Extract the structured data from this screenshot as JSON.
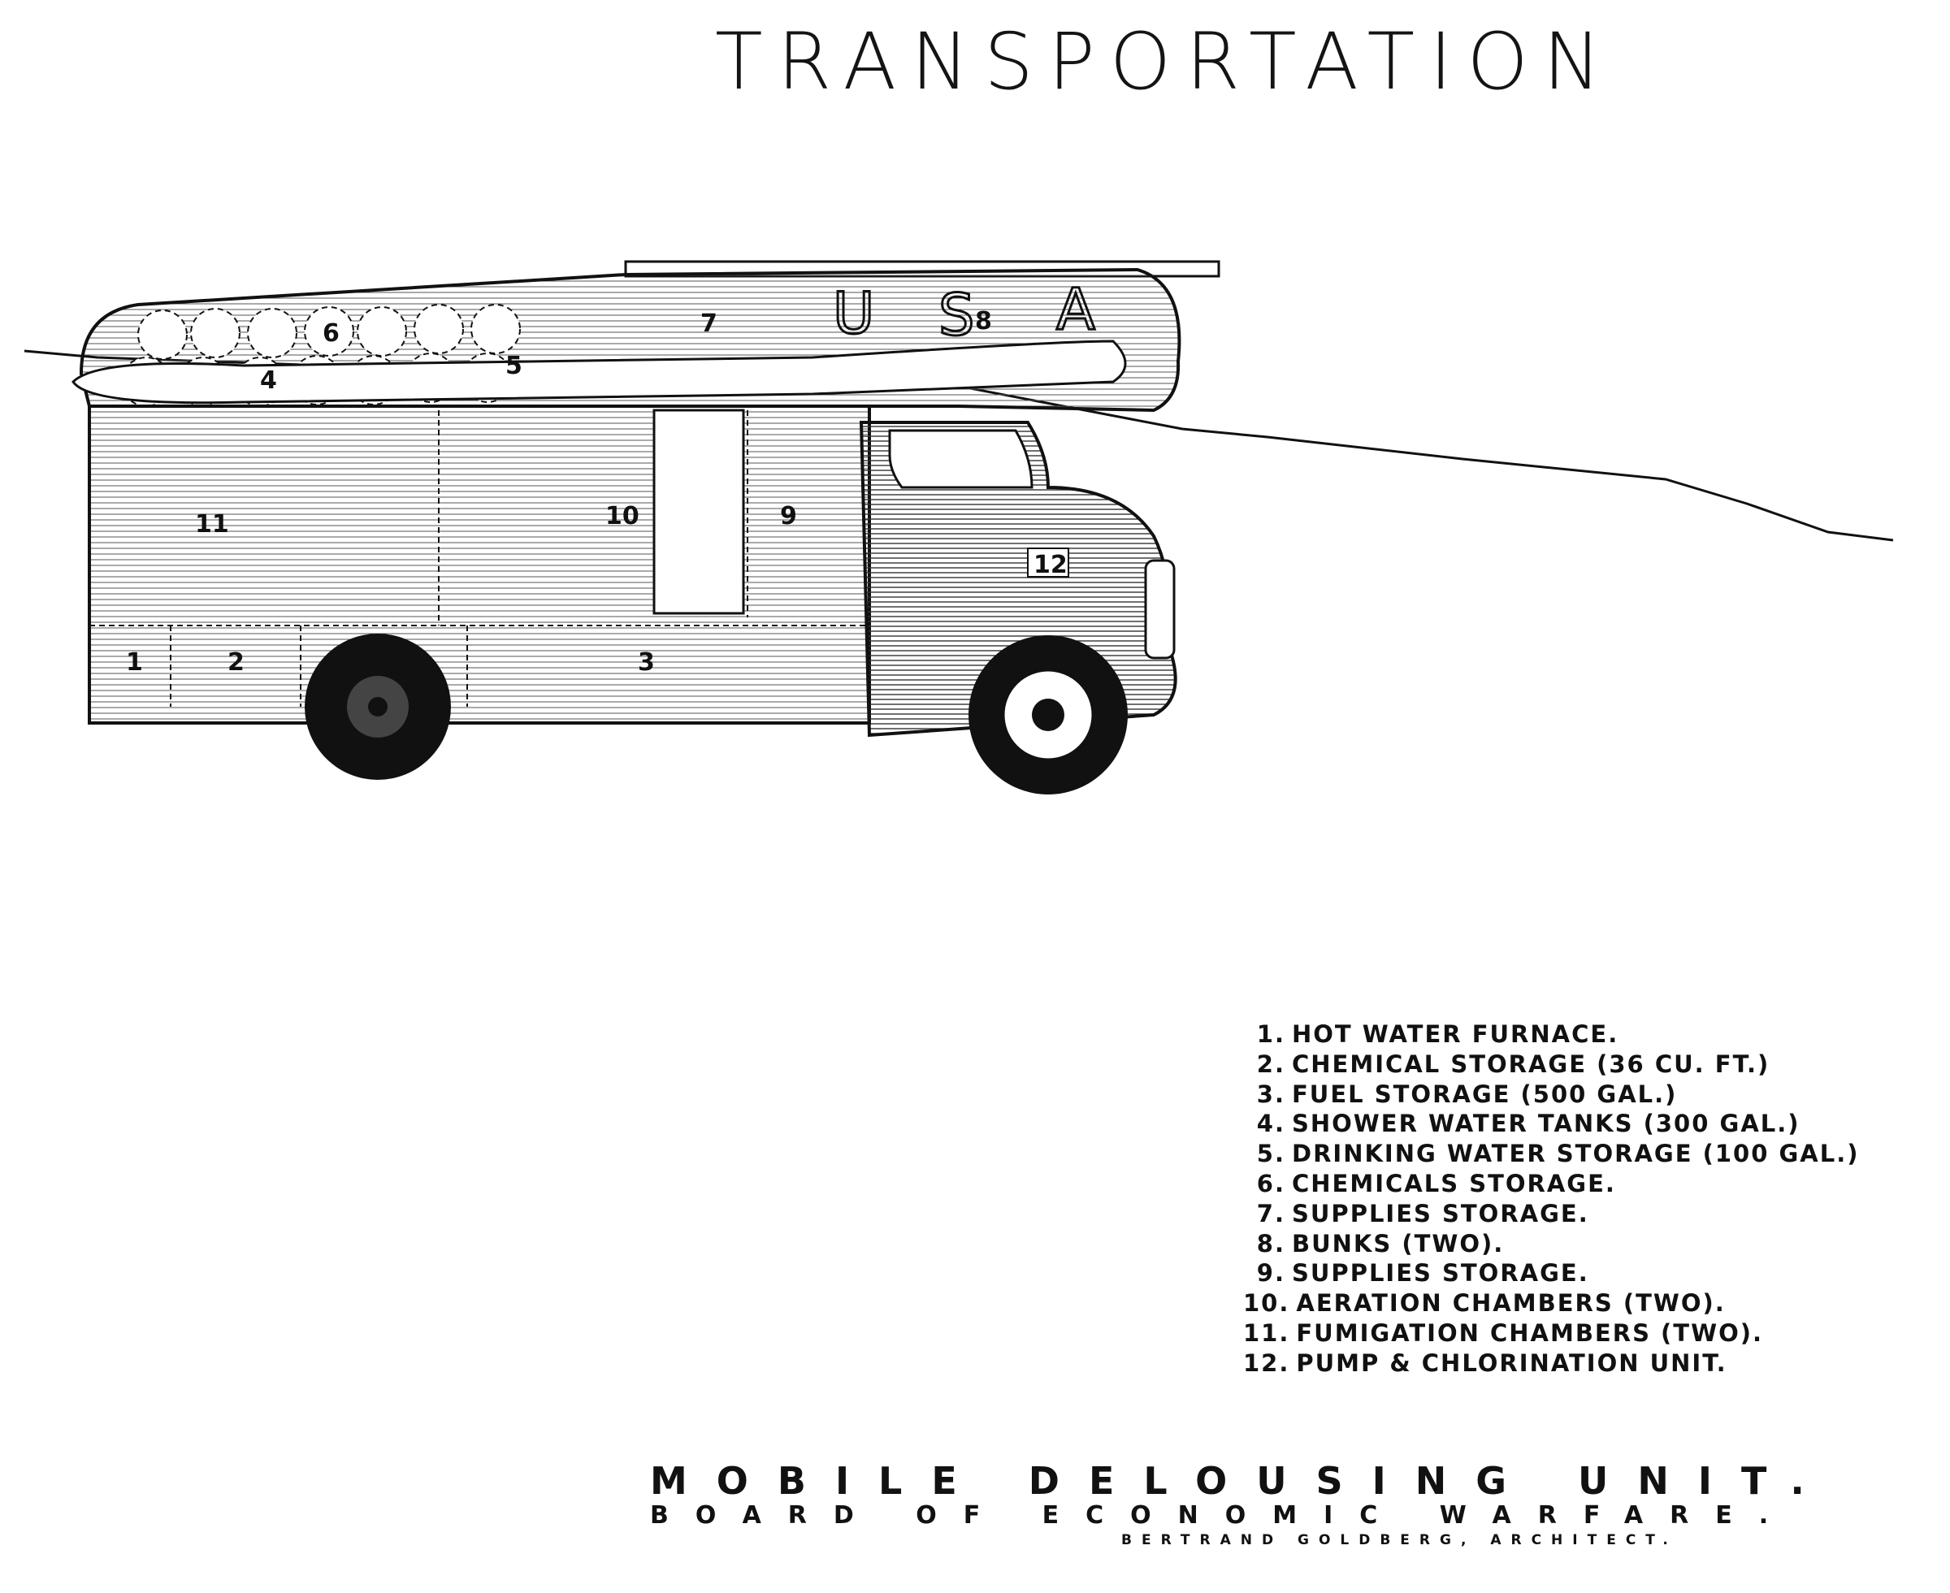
{
  "title": "TRANSPORTATION",
  "truck": {
    "lettering": [
      "U",
      "S",
      "A"
    ],
    "compartments": [
      {
        "number": "1"
      },
      {
        "number": "2"
      },
      {
        "number": "3"
      },
      {
        "number": "4"
      },
      {
        "number": "5"
      },
      {
        "number": "6"
      },
      {
        "number": "7"
      },
      {
        "number": "8"
      },
      {
        "number": "9"
      },
      {
        "number": "10"
      },
      {
        "number": "11"
      },
      {
        "number": "12"
      }
    ]
  },
  "legend": [
    {
      "num": "1.",
      "text": "HOT WATER FURNACE."
    },
    {
      "num": "2.",
      "text": "CHEMICAL STORAGE (36 CU. FT.)"
    },
    {
      "num": "3.",
      "text": "FUEL STORAGE (500 GAL.)"
    },
    {
      "num": "4.",
      "text": "SHOWER WATER TANKS (300 GAL.)"
    },
    {
      "num": "5.",
      "text": "DRINKING WATER STORAGE (100 GAL.)"
    },
    {
      "num": "6.",
      "text": "CHEMICALS STORAGE."
    },
    {
      "num": "7.",
      "text": "SUPPLIES STORAGE."
    },
    {
      "num": "8.",
      "text": "BUNKS (TWO)."
    },
    {
      "num": "9.",
      "text": "SUPPLIES STORAGE."
    },
    {
      "num": "10.",
      "text": "AERATION CHAMBERS (TWO)."
    },
    {
      "num": "11.",
      "text": "FUMIGATION CHAMBERS (TWO)."
    },
    {
      "num": "12.",
      "text": "PUMP & CHLORINATION UNIT."
    }
  ],
  "footer": {
    "title": "MOBILE DELOUSING UNIT.",
    "organization": "BOARD OF ECONOMIC WARFARE.",
    "architect": "BERTRAND GOLDBERG, ARCHITECT."
  }
}
